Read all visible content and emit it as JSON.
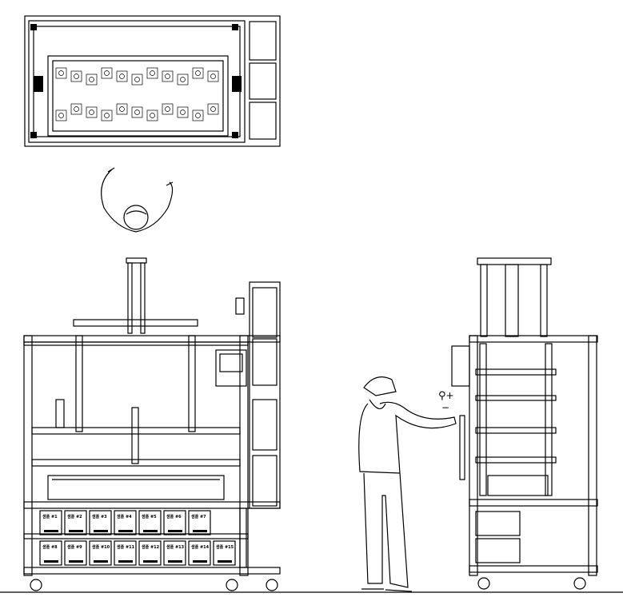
{
  "drawing": {
    "drawer_labels_top": [
      "샘플 #1",
      "샘플 #2",
      "샘플 #3",
      "샘플 #4",
      "샘플 #5",
      "샘플 #6",
      "샘플 #7"
    ],
    "drawer_labels_bottom": [
      "샘플 #8",
      "샘플 #9",
      "샘플 #10",
      "샘플 #11",
      "샘플 #12",
      "샘플 #13",
      "샘플 #14",
      "샘플 #15"
    ],
    "zoom_cursor": {
      "icon": "magnifier-plus-icon",
      "plus": "+",
      "minus": "−"
    }
  }
}
